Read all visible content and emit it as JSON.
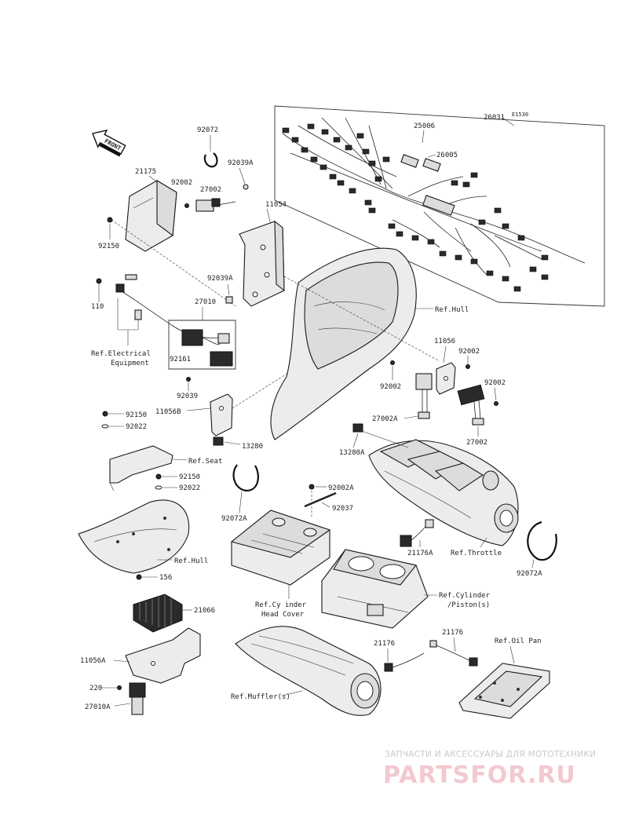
{
  "diagram_code": "E1530",
  "front_label": "FRONT",
  "part_numbers": {
    "p26031": "26031",
    "p25006": "25006",
    "p26005": "26005",
    "p92072": "92072",
    "p92039A_1": "92039A",
    "p21175": "21175",
    "p92002_1": "92002",
    "p27002_1": "27002",
    "p11054": "11054",
    "p92150_1": "92150",
    "p92039A_2": "92039A",
    "p110": "110",
    "p27010": "27010",
    "p92161": "92161",
    "p92039": "92039",
    "p11056B": "11056B",
    "p13280": "13280",
    "p11056": "11056",
    "p92002_2": "92002",
    "p92002_3": "92002",
    "p92002_4": "92002",
    "p27002A": "27002A",
    "p13280A": "13280A",
    "p27002_2": "27002",
    "p92150_2": "92150",
    "p92022_1": "92022",
    "p92150_3": "92150",
    "p92022_2": "92022",
    "p92072A_1": "92072A",
    "p92002A": "92002A",
    "p92037": "92037",
    "p21176A": "21176A",
    "p92072A_2": "92072A",
    "p156": "156",
    "p21066": "21066",
    "p11056A": "11056A",
    "p220": "220",
    "p27010A": "27010A",
    "p21176_1": "21176",
    "p21176_2": "21176"
  },
  "references": {
    "hull_1": "Ref.Hull",
    "electrical_1": "Ref.Electrical",
    "electrical_2": "Equipment",
    "seat": "Ref.Seat",
    "hull_2": "Ref.Hull",
    "throttle": "Ref.Throttle",
    "head_cover_1": "Ref.Cy inder",
    "head_cover_2": "Head Cover",
    "cylinder_1": "Ref.Cylinder",
    "cylinder_2": "/Piston(s)",
    "oil_pan": "Ref.Oil Pan",
    "muffler": "Ref.Muffler(s)"
  },
  "watermark": {
    "tagline": "ЗАПЧАСТИ И АКСЕССУАРЫ ДЛЯ МОТОТЕХНИКИ",
    "brand": "PARTSFOR.RU"
  }
}
